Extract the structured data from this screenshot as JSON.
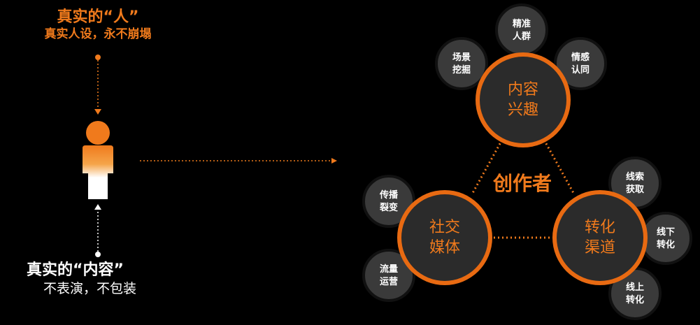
{
  "left": {
    "top_title": "真实的“人”",
    "top_subtitle": "真实人设，永不崩塌",
    "bottom_title": "真实的“内容”",
    "bottom_subtitle": "不表演，不包装"
  },
  "center_label": "创作者",
  "big_circles": {
    "content": [
      "内容",
      "兴趣"
    ],
    "social": [
      "社交",
      "媒体"
    ],
    "channel": [
      "转化",
      "渠道"
    ]
  },
  "small_circles": {
    "precise": [
      "精准",
      "人群"
    ],
    "scene": [
      "场景",
      "挖掘"
    ],
    "emotion": [
      "情感",
      "认同"
    ],
    "spread": [
      "传播",
      "裂变"
    ],
    "traffic": [
      "流量",
      "运营"
    ],
    "leads": [
      "线索",
      "获取"
    ],
    "offline": [
      "线下",
      "转化"
    ],
    "online": [
      "线上",
      "转化"
    ]
  },
  "colors": {
    "accent": "#f07a1c",
    "circle_fill": "#2b2b2b",
    "small_fill": "#3a3a3a"
  }
}
